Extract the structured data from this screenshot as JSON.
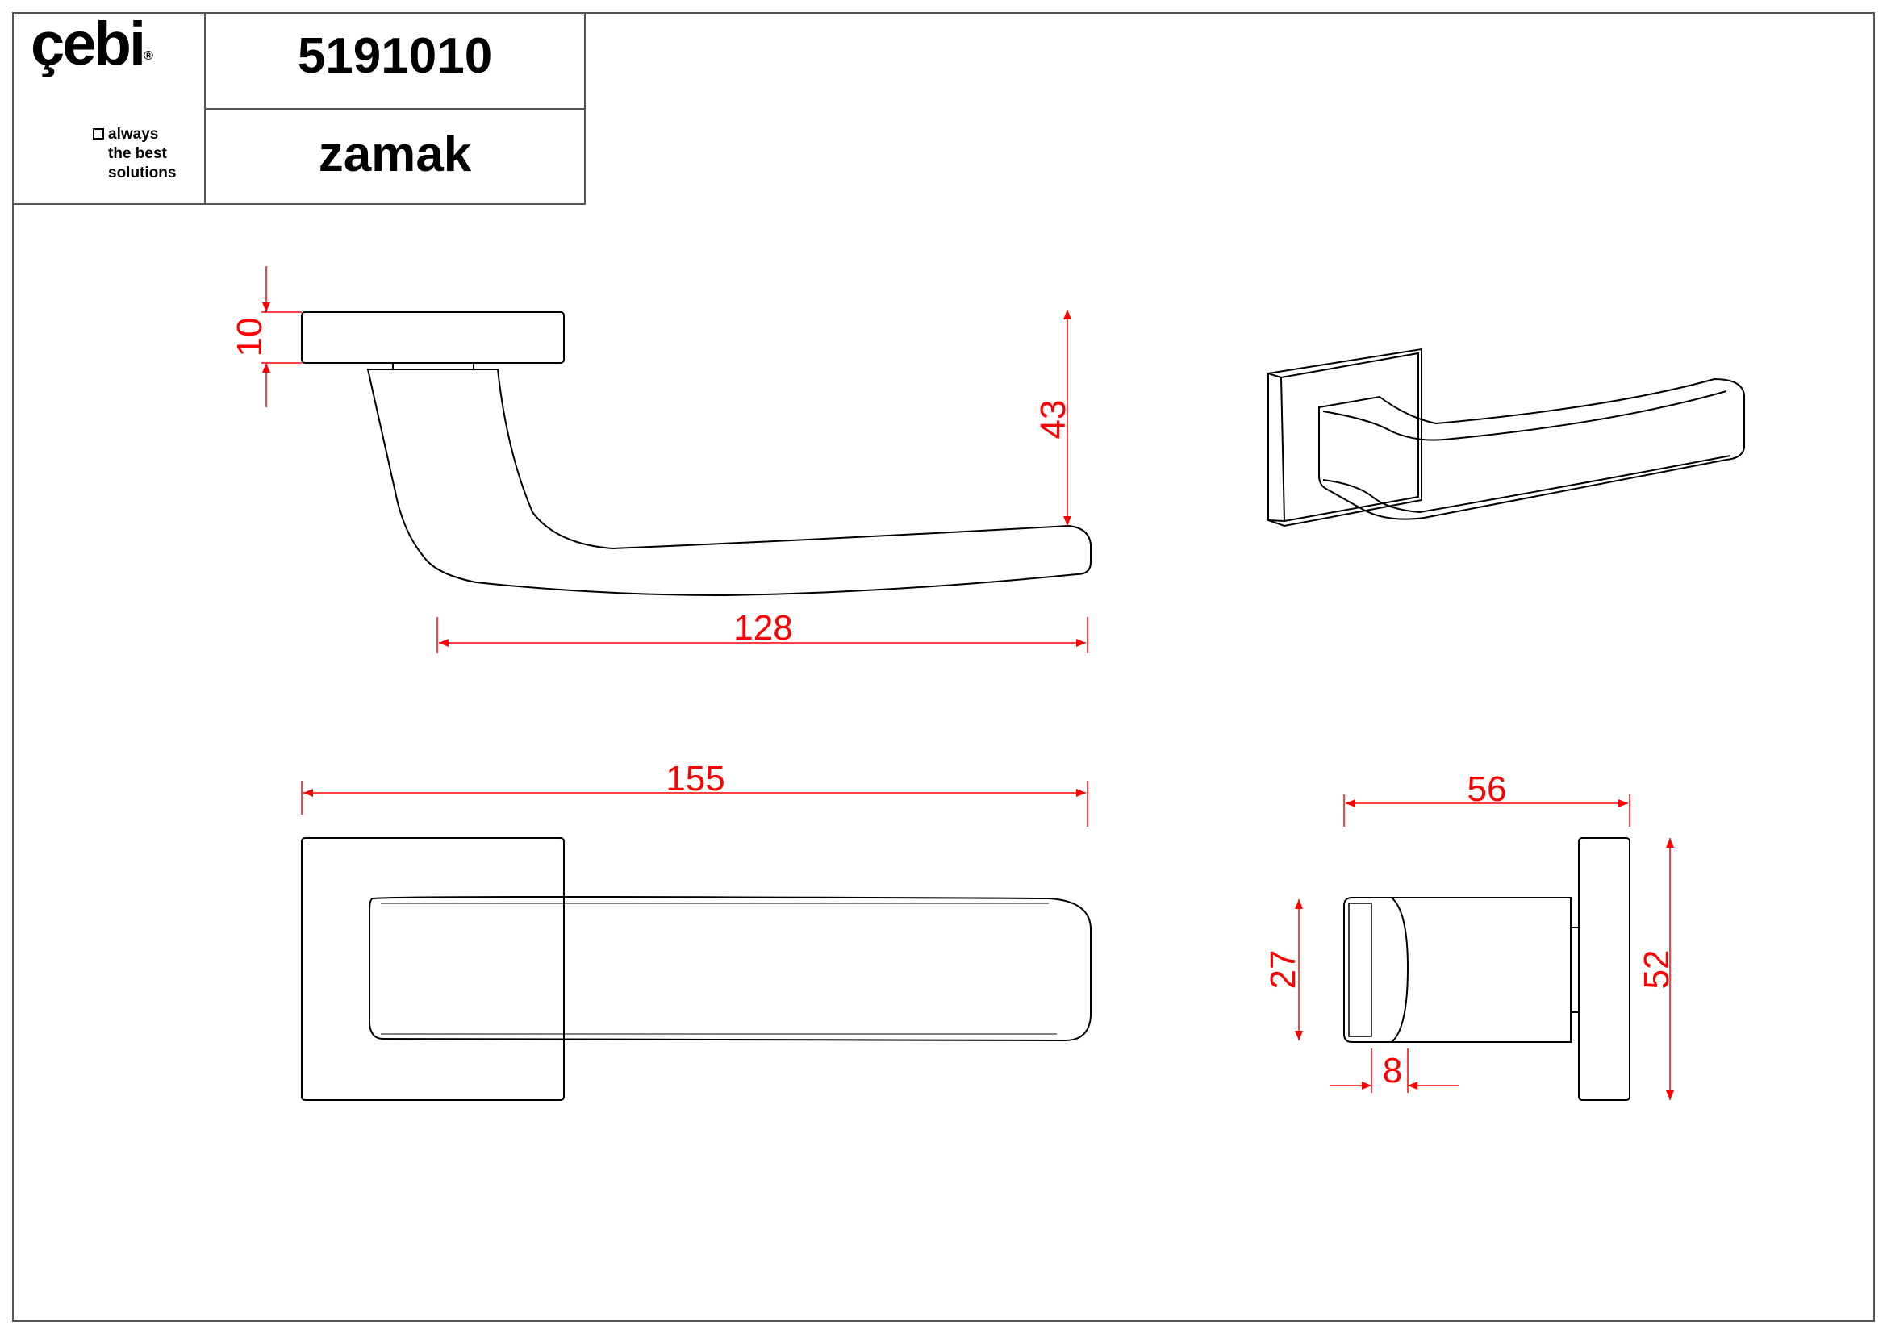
{
  "title_block": {
    "brand": "çebi",
    "registered_mark": "®",
    "tagline_lines": [
      "always",
      "the best",
      "solutions"
    ],
    "product_code": "5191010",
    "material": "zamak"
  },
  "dimensions": {
    "rose_thickness": "10",
    "lever_height": "43",
    "lever_length": "128",
    "overall_length": "155",
    "projection": "56",
    "grip_width": "27",
    "rose_size": "52",
    "tip_thickness": "8"
  },
  "colors": {
    "line": "#000000",
    "dimension": "#ff0000",
    "frame": "#555555"
  }
}
